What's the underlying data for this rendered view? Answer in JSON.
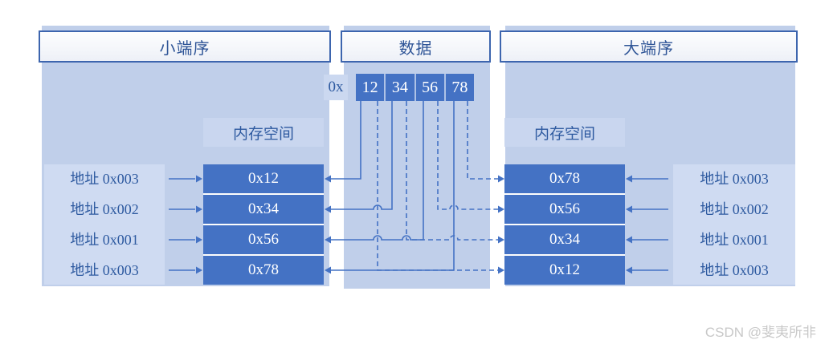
{
  "titles": {
    "little": "小端序",
    "data": "数据",
    "big": "大端序"
  },
  "hex_prefix": "0x",
  "bytes": [
    "12",
    "34",
    "56",
    "78"
  ],
  "memory_label": "内存空间",
  "little_endian": {
    "rows": [
      {
        "address": "地址 0x003",
        "value": "0x12"
      },
      {
        "address": "地址 0x002",
        "value": "0x34"
      },
      {
        "address": "地址 0x001",
        "value": "0x56"
      },
      {
        "address": "地址 0x003",
        "value": "0x78"
      }
    ]
  },
  "big_endian": {
    "rows": [
      {
        "address": "地址 0x003",
        "value": "0x78"
      },
      {
        "address": "地址 0x002",
        "value": "0x56"
      },
      {
        "address": "地址 0x001",
        "value": "0x34"
      },
      {
        "address": "地址 0x003",
        "value": "0x12"
      }
    ]
  },
  "watermark": "CSDN @斐夷所非",
  "colors": {
    "accent": "#4472c4",
    "panel": "#c0cfea",
    "label_box": "#c9d6ef",
    "address_strip": "#cfdbf2",
    "header_text": "#2f5597",
    "line": "#4472c4",
    "watermark_text": "#c8c8c8"
  }
}
